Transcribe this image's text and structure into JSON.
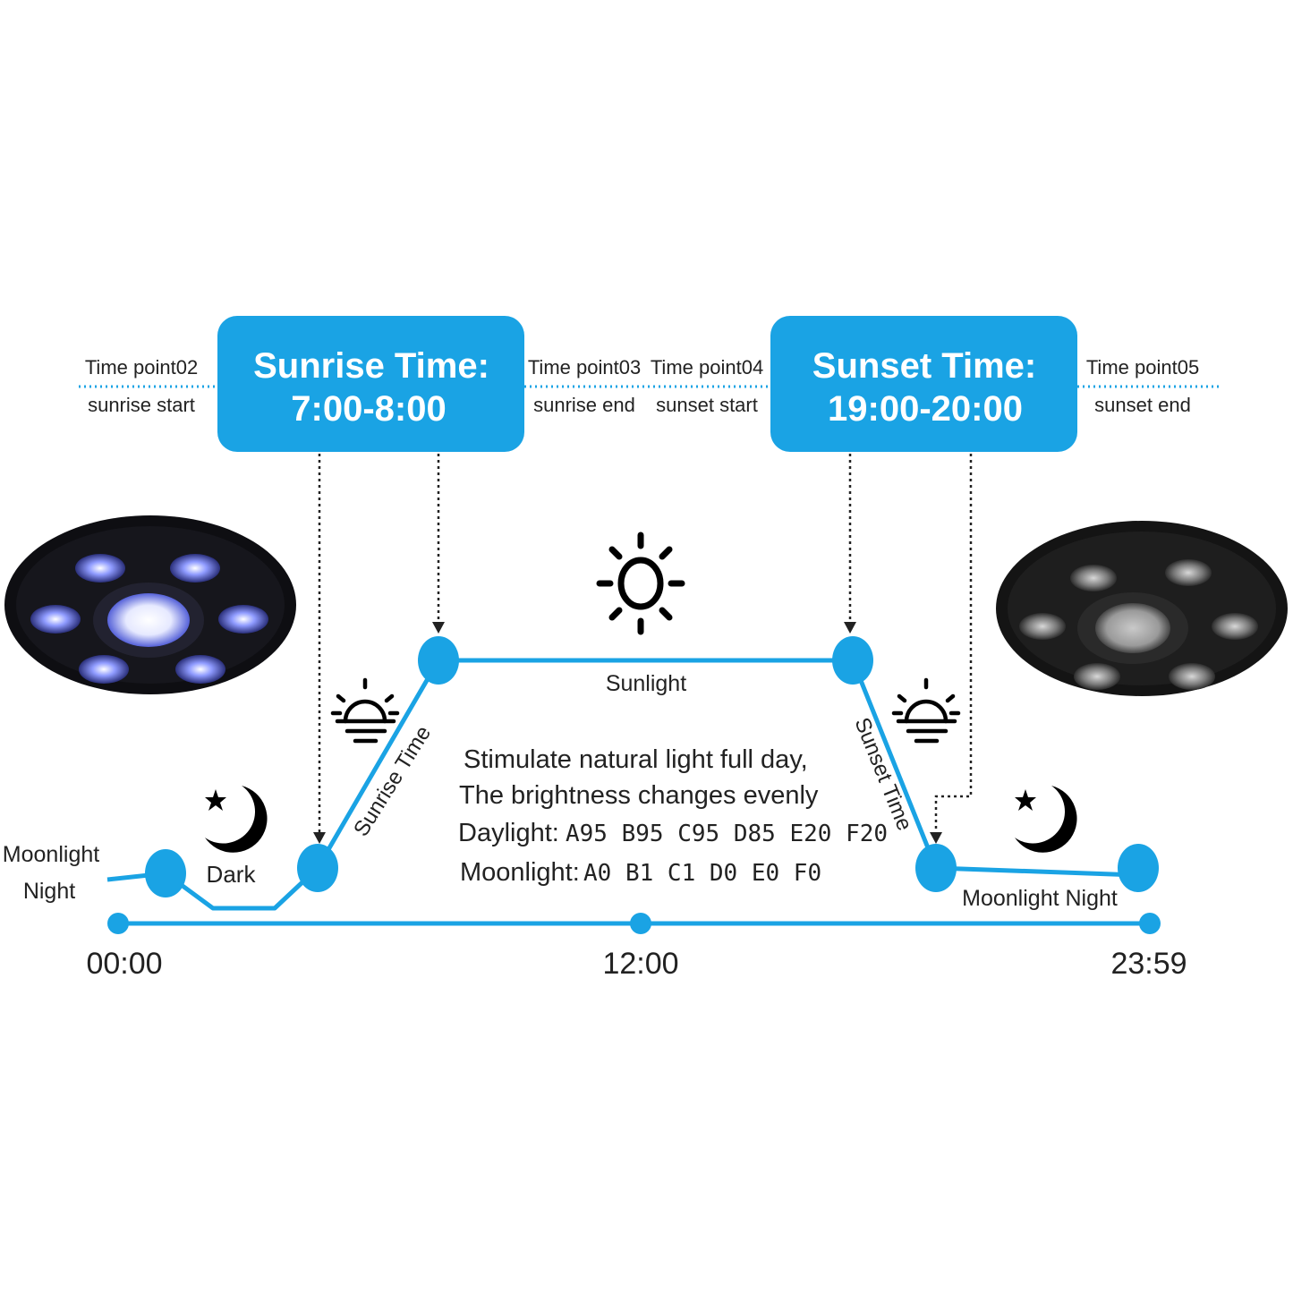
{
  "header_boxes": {
    "sunrise": {
      "title": "Sunrise Time:",
      "range": "7:00-8:00"
    },
    "sunset": {
      "title": "Sunset Time:",
      "range": "19:00-20:00"
    }
  },
  "time_points": {
    "tp02": {
      "title": "Time point02",
      "sub": "sunrise start"
    },
    "tp03": {
      "title": "Time point03",
      "sub": "sunrise end"
    },
    "tp04": {
      "title": "Time point04",
      "sub": "sunset start"
    },
    "tp05": {
      "title": "Time point05",
      "sub": "sunset end"
    }
  },
  "phases": {
    "moonlight_night_left_1": "Moonlight",
    "moonlight_night_left_2": "Night",
    "dark": "Dark",
    "sunrise_time": "Sunrise Time",
    "sunlight": "Sunlight",
    "sunset_time": "Sunset Time",
    "moonlight_night_right": "Moonlight Night"
  },
  "description": {
    "line1": "Stimulate natural light full day,",
    "line2": "The brightness changes evenly",
    "daylight_label": "Daylight:",
    "daylight_values": "A95 B95  C95  D85 E20  F20",
    "moonlight_label": "Moonlight:",
    "moonlight_values": "A0  B1   C1  D0  E0   F0"
  },
  "timeline": {
    "start": "00:00",
    "mid": "12:00",
    "end": "23:59"
  },
  "icons": [
    "moon-star-icon",
    "sunrise-icon",
    "sun-icon",
    "sunset-icon",
    "led-lamp-on",
    "led-lamp-off"
  ],
  "colors": {
    "accent": "#1aa3e4",
    "text": "#222222",
    "lamp_dark": "#111111",
    "led_blue": "#5c6cff"
  }
}
